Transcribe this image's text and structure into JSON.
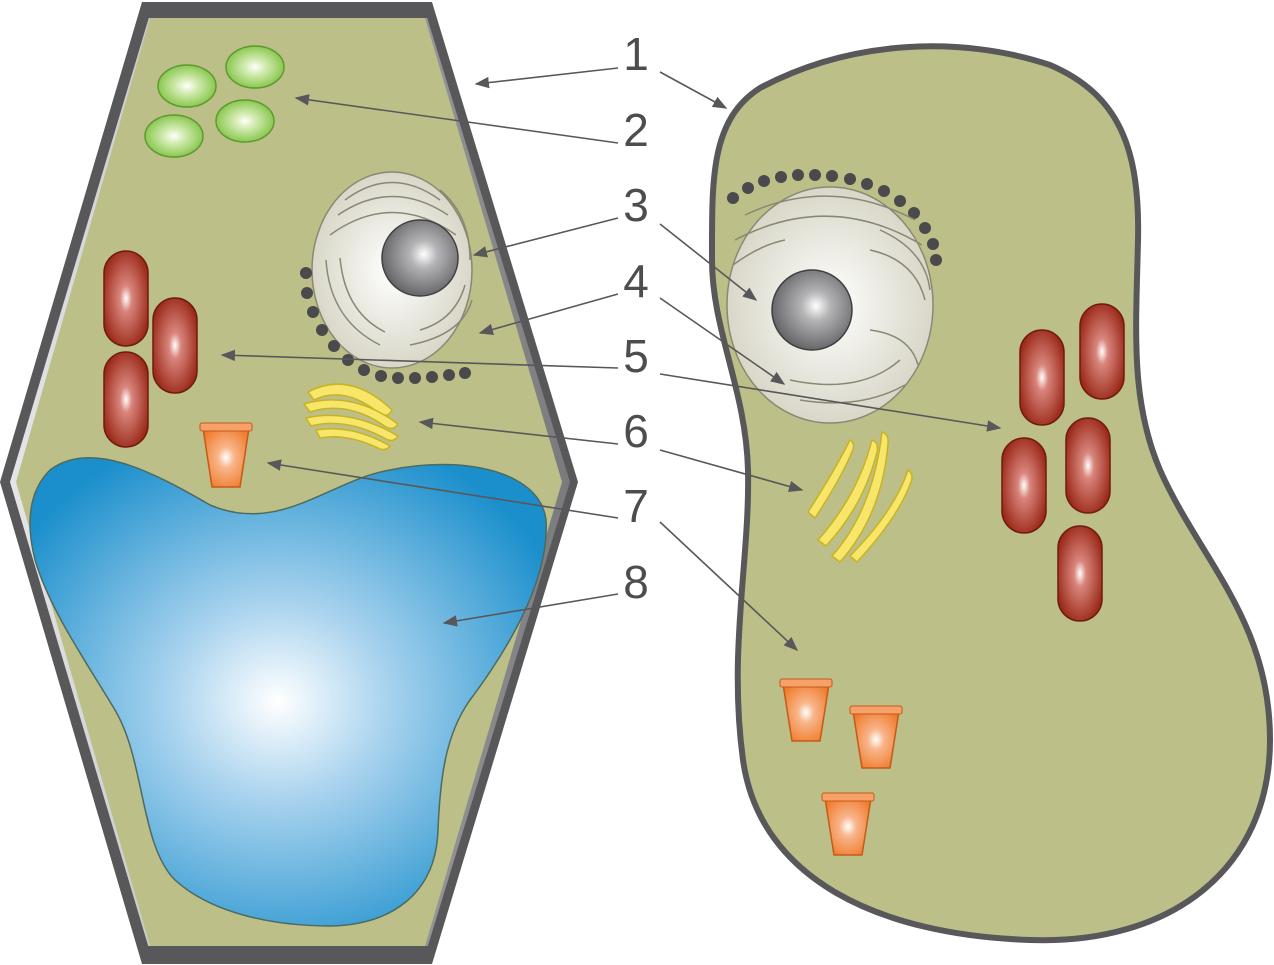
{
  "diagram": {
    "labels": [
      "1",
      "2",
      "3",
      "4",
      "5",
      "6",
      "7",
      "8"
    ]
  },
  "colors": {
    "cytoplasm": "#bcbf88",
    "membrane": "#58585a",
    "chloroplast": "#7fc241",
    "mitochondrion": "#9b2a1a",
    "golgi": "#f4e04a",
    "lysosome": "#f07a2a",
    "vacuole": "#1b8fcc",
    "nucleolus": "#6e6e70",
    "er": "#d8d6c8",
    "ribosome": "#4a4a4c",
    "arrow": "#58585a",
    "label": "#4d4d4f"
  }
}
